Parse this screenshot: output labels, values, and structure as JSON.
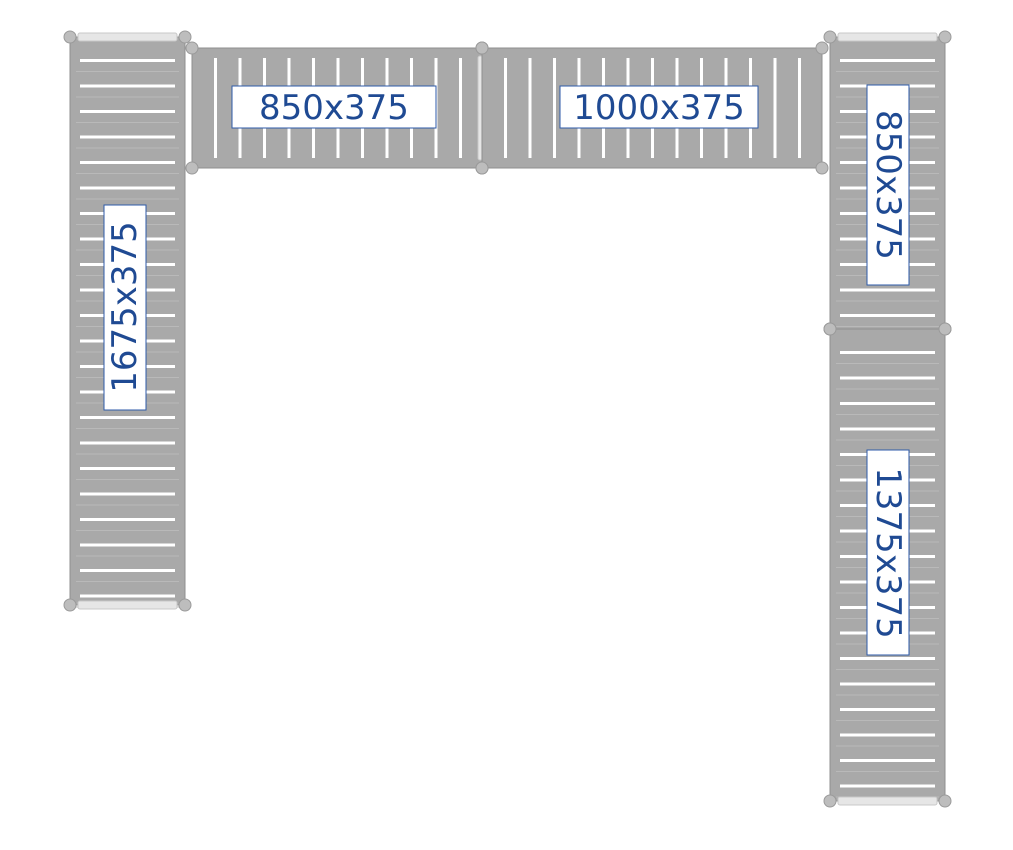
{
  "panels": [
    {
      "id": "top-left",
      "label": "850x375"
    },
    {
      "id": "top-right",
      "label": "1000x375"
    },
    {
      "id": "left",
      "label": "1675x375"
    },
    {
      "id": "right-upper",
      "label": "850x375"
    },
    {
      "id": "right-lower",
      "label": "1375x375"
    }
  ],
  "colors": {
    "panel_fill": "#a9a9a9",
    "panel_edge": "#8f8f8f",
    "slat": "#ffffff",
    "connector": "#bdbdbd",
    "rail": "#e6e6e6",
    "label_text": "#1f4a93",
    "label_box_border": "#2d5aa8"
  }
}
